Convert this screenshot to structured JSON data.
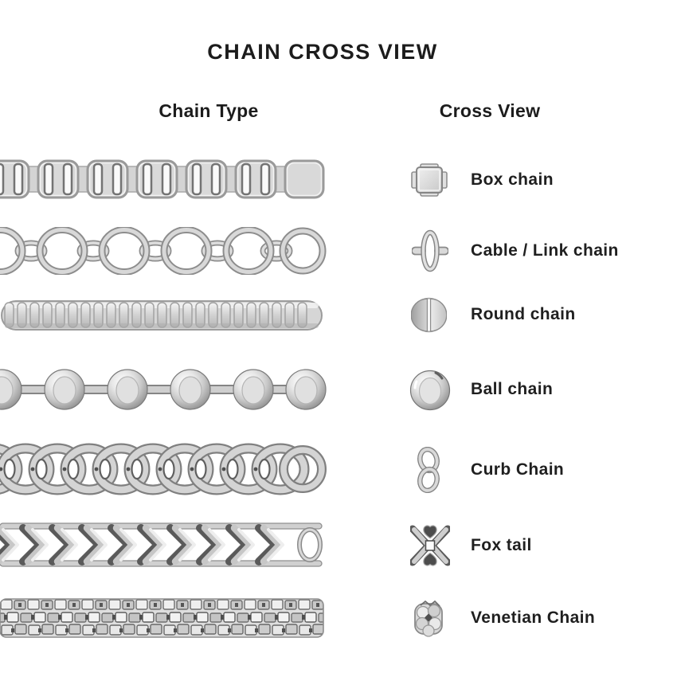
{
  "title": "CHAIN CROSS VIEW",
  "columns": {
    "left": "Chain Type",
    "right": "Cross View"
  },
  "rows": [
    {
      "label": "Box chain",
      "icon": "box-chain-cross-section-icon",
      "chain_illustration": "box-chain"
    },
    {
      "label": "Cable / Link chain",
      "icon": "cable-link-chain-cross-section-icon",
      "chain_illustration": "cable-link-chain"
    },
    {
      "label": "Round chain",
      "icon": "round-chain-cross-section-icon",
      "chain_illustration": "round-snake-chain"
    },
    {
      "label": "Ball chain",
      "icon": "ball-chain-cross-section-icon",
      "chain_illustration": "ball-chain"
    },
    {
      "label": "Curb Chain",
      "icon": "curb-chain-cross-section-icon",
      "chain_illustration": "curb-chain"
    },
    {
      "label": "Fox tail",
      "icon": "fox-tail-cross-section-icon",
      "chain_illustration": "fox-tail-chain"
    },
    {
      "label": "Venetian Chain",
      "icon": "venetian-chain-cross-section-icon",
      "chain_illustration": "venetian-chain"
    }
  ],
  "colors": {
    "background": "#ffffff",
    "text": "#1c1c1c",
    "metal_light": "#f2f2f2",
    "metal_base": "#d9d9d9",
    "metal_mid": "#b9b9b9",
    "metal_dark": "#8a8a8a",
    "metal_shadow": "#555555"
  }
}
